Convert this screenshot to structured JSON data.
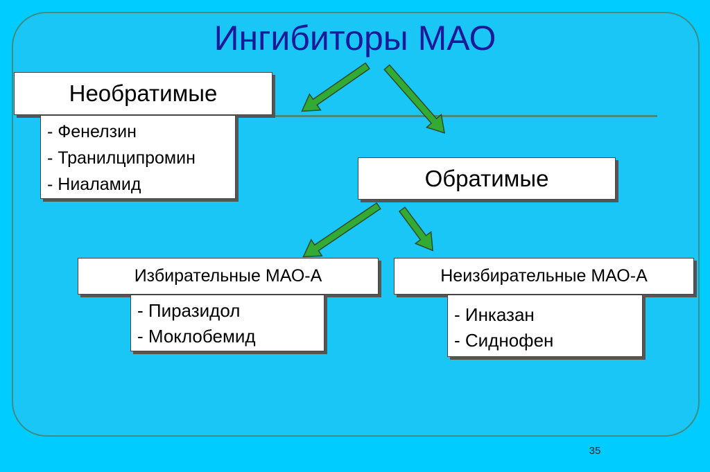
{
  "title": "Ингибиторы МАО",
  "irreversible": {
    "label": "Необратимые",
    "items": [
      "- Фенелзин",
      "- Транилципромин",
      "- Ниаламид"
    ]
  },
  "reversible": {
    "label": "Обратимые"
  },
  "selective": {
    "label": "Избирательные МАО-А",
    "items": [
      "- Пиразидол",
      "- Моклобемид"
    ]
  },
  "nonselective": {
    "label": "Неизбирательные МАО-А",
    "items": [
      "- Инказан",
      "- Сиднофен"
    ]
  },
  "page_number": "35",
  "colors": {
    "background": "#00CCFF",
    "title": "#1a1a99",
    "arrow_fill": "#33aa33",
    "frame_border": "#3f8c82"
  }
}
